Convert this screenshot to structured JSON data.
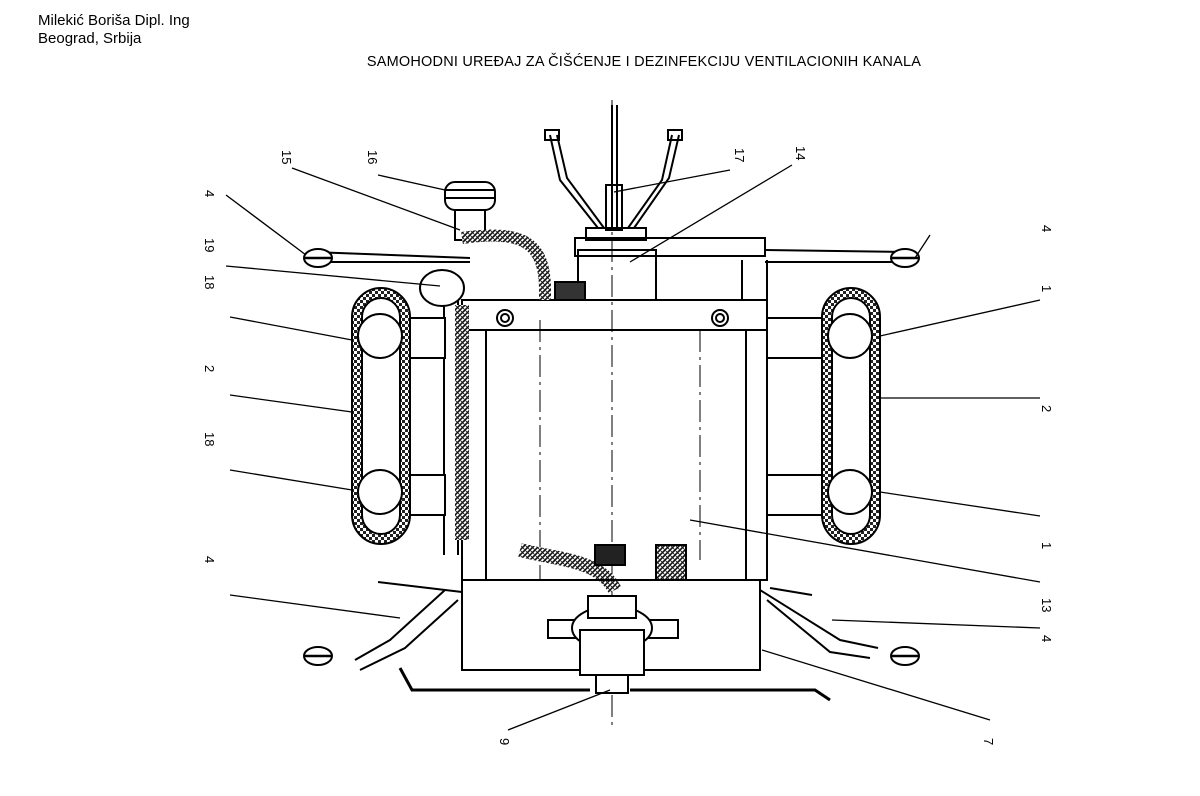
{
  "header": {
    "author": "Milekić Boriša Dipl. Ing",
    "location": "Beograd, Srbija"
  },
  "title": "SAMOHODNI UREĐAJ ZA ČIŠĆENJE I DEZINFEKCIJU VENTILACIONIH KANALA",
  "callouts": {
    "c15": "15",
    "c16": "16",
    "c17": "17",
    "c14": "14",
    "c4_tl": "4",
    "c4_tr": "4",
    "c19": "19",
    "c18_t": "18",
    "c1_t": "1",
    "c2_l": "2",
    "c2_r": "2",
    "c18_b": "18",
    "c1_b": "1",
    "c4_bl": "4",
    "c13": "13",
    "c4_br": "4",
    "c9": "9",
    "c7": "7"
  }
}
